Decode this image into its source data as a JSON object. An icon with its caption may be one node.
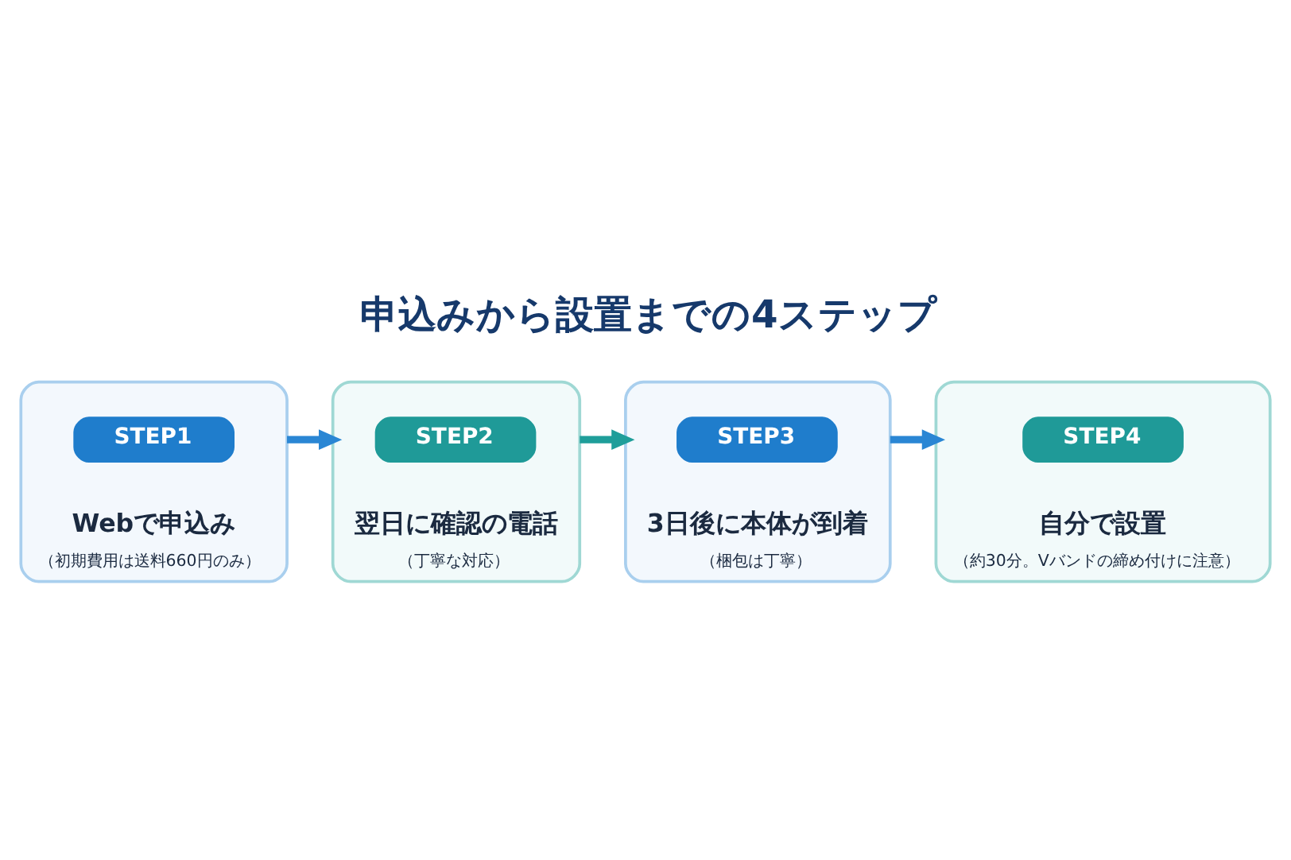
{
  "diagram": {
    "title": "申込みから設置までの4ステップ",
    "nodes": [
      {
        "text": [
          "Webで申込み",
          "（初期費用は送料660円のみ）"
        ]
      },
      {
        "text": [
          "STEP1"
        ],
        "in": 0
      },
      {
        "text": [
          "翌日に確認の電話",
          "（丁寧な対応）"
        ]
      },
      {
        "text": [
          "STEP2"
        ],
        "in": 2
      },
      {
        "text": [
          "3日後に本体が到着",
          "（梱包は丁寧）"
        ]
      },
      {
        "text": [
          "STEP3"
        ],
        "in": 4
      },
      {
        "text": [
          "自分で設置",
          "（約30分。Vバンドの締め付けに注意）"
        ]
      },
      {
        "text": [
          "STEP4"
        ],
        "in": 6
      }
    ],
    "edges": [
      {
        "from": 0,
        "to": 2,
        "arrow": "to"
      },
      {
        "from": 2,
        "to": 4,
        "arrow": "to",
        "color": "#1f9e9a"
      },
      {
        "from": 4,
        "to": 6,
        "arrow": "to"
      }
    ]
  }
}
